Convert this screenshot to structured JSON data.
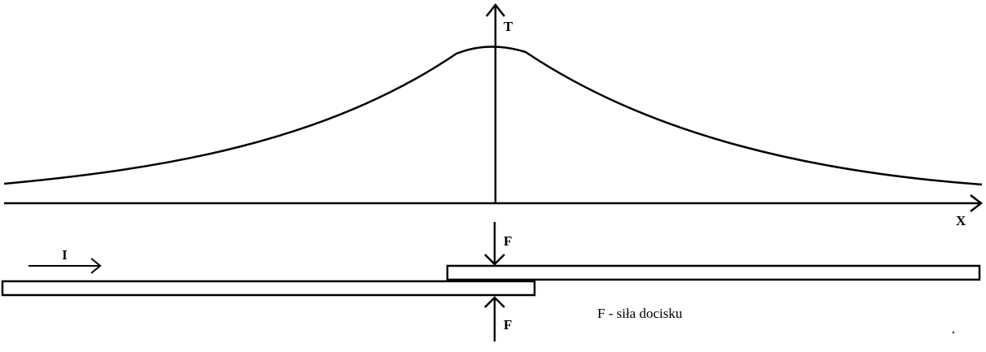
{
  "labels": {
    "y_axis": "T",
    "x_axis": "X",
    "force_top": "F",
    "force_bottom": "F",
    "current": "I",
    "legend": "F - siła docisku"
  },
  "colors": {
    "stroke": "#000000",
    "background": "#ffffff"
  }
}
